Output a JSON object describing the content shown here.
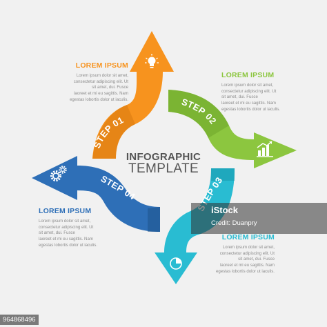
{
  "header": {
    "title_line1": "INFOGRAPHIC",
    "title_line2": "TEMPLATE"
  },
  "colors": {
    "step1": "#f7931e",
    "step2": "#8cc63f",
    "step3": "#29bcd2",
    "step4": "#2e6fb7",
    "text_gray": "#8c8c8c",
    "title_gray": "#555555"
  },
  "steps": [
    {
      "label": "STEP 01",
      "icon": "lightbulb-icon"
    },
    {
      "label": "STEP 02",
      "icon": "bar-chart-icon"
    },
    {
      "label": "STEP 03",
      "icon": "pie-chart-icon"
    },
    {
      "label": "STEP 04",
      "icon": "gears-icon"
    }
  ],
  "blocks": [
    {
      "heading": "LOREM IPSUM",
      "lines": [
        "Lorem ipsum dolor sit amet,",
        "consectetur adipiscing elit. Ut",
        "sit amet, dui. Fusce",
        "laoreet et mi eu sagittis. Nam",
        "egestas lobortis dolor ut iaculis."
      ]
    },
    {
      "heading": "LOREM IPSUM",
      "lines": [
        "Lorem ipsum dolor sit amet,",
        "consectetur adipiscing elit. Ut",
        "sit amet, dui. Fusce",
        "laoreet et mi eu sagittis. Nam",
        "egestas lobortis dolor ut iaculis."
      ]
    },
    {
      "heading": "LOREM IPSUM",
      "lines": [
        "Lorem ipsum dolor sit amet,",
        "consectetur adipiscing elit. Ut",
        "sit amet, dui. Fusce",
        "laoreet et mi eu sagittis. Nam",
        "egestas lobortis dolor ut iaculis."
      ]
    },
    {
      "heading": "LOREM IPSUM",
      "lines": [
        "Lorem ipsum dolor sit amet,",
        "consectetur adipiscing elit. Ut",
        "sit amet, dui. Fusce",
        "laoreet et mi eu sagittis. Nam",
        "egestas lobortis dolor ut iaculis."
      ]
    }
  ],
  "watermark": {
    "brand": "iStock",
    "credit": "Credit: Duanpry",
    "image_id": "964868496"
  }
}
